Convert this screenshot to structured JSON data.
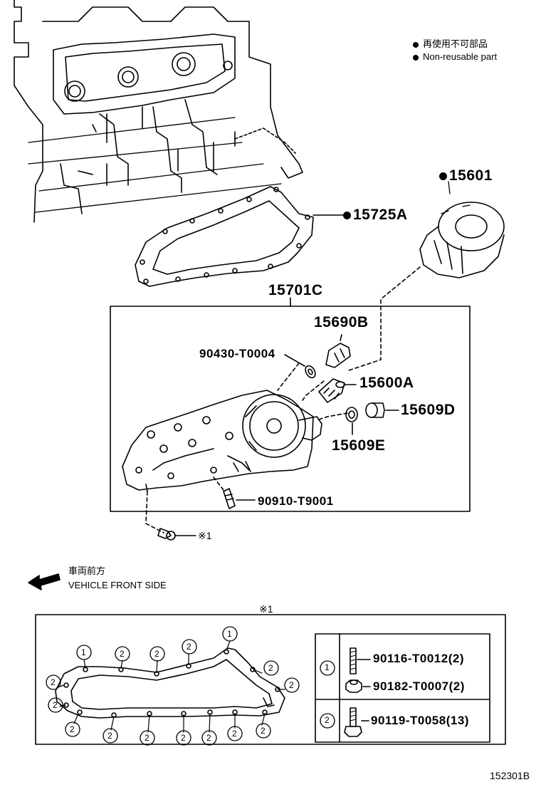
{
  "legend": {
    "line1": "再使用不可部品",
    "line2": "Non-reusable part"
  },
  "direction": {
    "jp": "車両前方",
    "en": "VEHICLE FRONT SIDE"
  },
  "parts": {
    "p15601": "15601",
    "p15725A": "15725A",
    "p15701C": "15701C",
    "p15690B": "15690B",
    "p90430": "90430-T0004",
    "p15600A": "15600A",
    "p15609D": "15609D",
    "p15609E": "15609E",
    "p90910": "90910-T9001"
  },
  "ref_mark": "※1",
  "detail": {
    "title": "※1",
    "row1_label": "1",
    "row2_label": "2",
    "item1": "90116-T0012(2)",
    "item2": "90182-T0007(2)",
    "item3": "90119-T0058(13)",
    "marker1": "1",
    "marker2": "2"
  },
  "diagram_id": "152301B",
  "colors": {
    "line": "#000000",
    "bg": "#ffffff"
  }
}
